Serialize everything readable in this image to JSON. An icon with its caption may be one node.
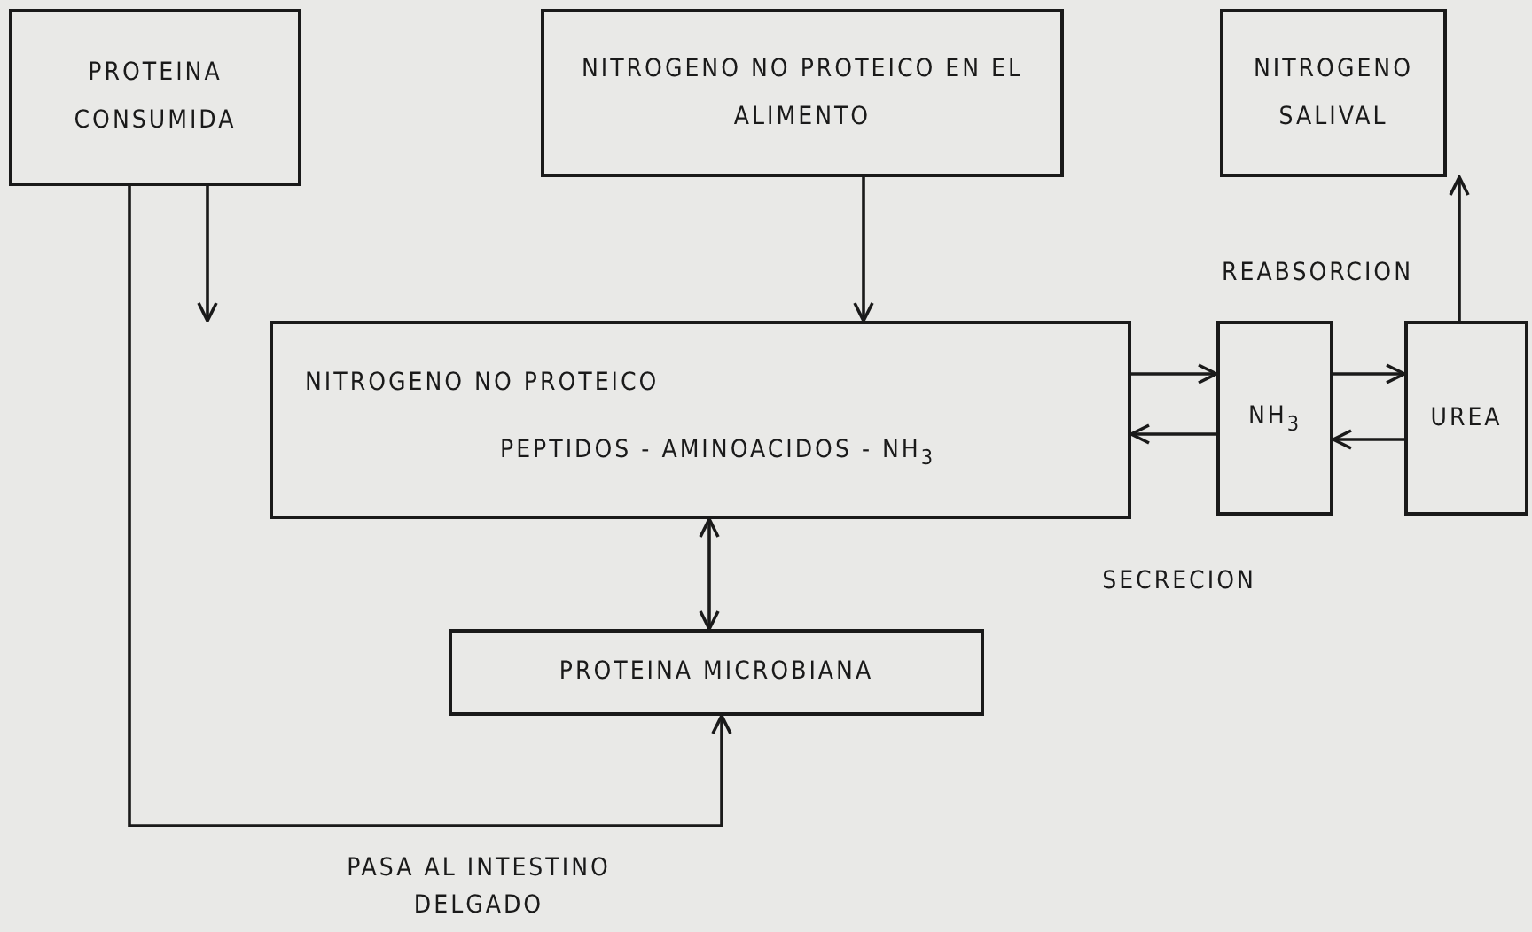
{
  "diagram": {
    "nodes": [
      {
        "text": [
          "PROTEINA CONSUMIDA"
        ]
      },
      {
        "text": [
          "NITROGENO NO PROTEICO EN EL ALIMENTO"
        ]
      },
      {
        "text": [
          "NITROGENO SALIVAL"
        ]
      },
      {
        "text": [
          "NITROGENO NO PROTEICO",
          "PEPTIDOS - AMINOACIDOS - NH$_{3}$"
        ]
      },
      {
        "text": [
          "NH$_{3}$"
        ]
      },
      {
        "text": [
          "UREA"
        ]
      },
      {
        "text": [
          "PROTEINA MICROBIANA"
        ]
      }
    ],
    "edges": [
      {
        "from": 0,
        "to": 3,
        "arrow": "to"
      },
      {
        "from": 1,
        "to": 3,
        "arrow": "to"
      },
      {
        "from": 3,
        "to": 4,
        "arrow": "to"
      },
      {
        "from": 4,
        "to": 3,
        "arrow": "to"
      },
      {
        "from": 4,
        "to": 5,
        "arrow": "to"
      },
      {
        "from": 5,
        "to": 4,
        "arrow": "to"
      },
      {
        "from": 5,
        "to": 2,
        "arrow": "to"
      },
      {
        "from": 3,
        "to": 6,
        "arrow": "both"
      },
      {
        "from": 0,
        "to": 6,
        "arrow": "to"
      }
    ],
    "labels": [
      "REABSORCION",
      "SECRECION",
      "PASA AL INTESTINO DELGADO"
    ]
  }
}
